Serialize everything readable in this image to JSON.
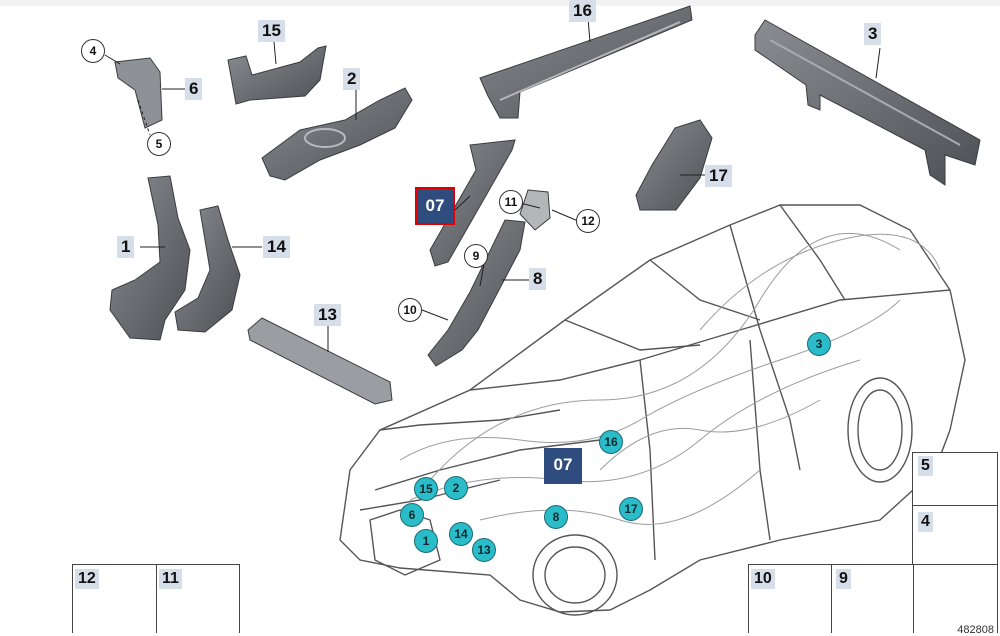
{
  "diagram": {
    "parts": [
      {
        "number": "1"
      },
      {
        "number": "2"
      },
      {
        "number": "3"
      },
      {
        "number": "4"
      },
      {
        "number": "5"
      },
      {
        "number": "6"
      },
      {
        "number": "07"
      },
      {
        "number": "8"
      },
      {
        "number": "9"
      },
      {
        "number": "10"
      },
      {
        "number": "11"
      },
      {
        "number": "12"
      },
      {
        "number": "13"
      },
      {
        "number": "14"
      },
      {
        "number": "15"
      },
      {
        "number": "16"
      },
      {
        "number": "17"
      }
    ],
    "highlighted_part": "07",
    "car_callouts": [
      "3",
      "16",
      "07",
      "15",
      "2",
      "6",
      "8",
      "17",
      "1",
      "14",
      "13"
    ],
    "fastener_legend": [
      "5",
      "4",
      "10",
      "9",
      "12",
      "11"
    ],
    "diagram_id": "482808"
  },
  "colors": {
    "label_bg": "#d6dfe9",
    "highlight_border": "#e00000",
    "navy": "#2f4c7e",
    "teal": "#2bbcc9",
    "part_gray": "#6e7175"
  }
}
